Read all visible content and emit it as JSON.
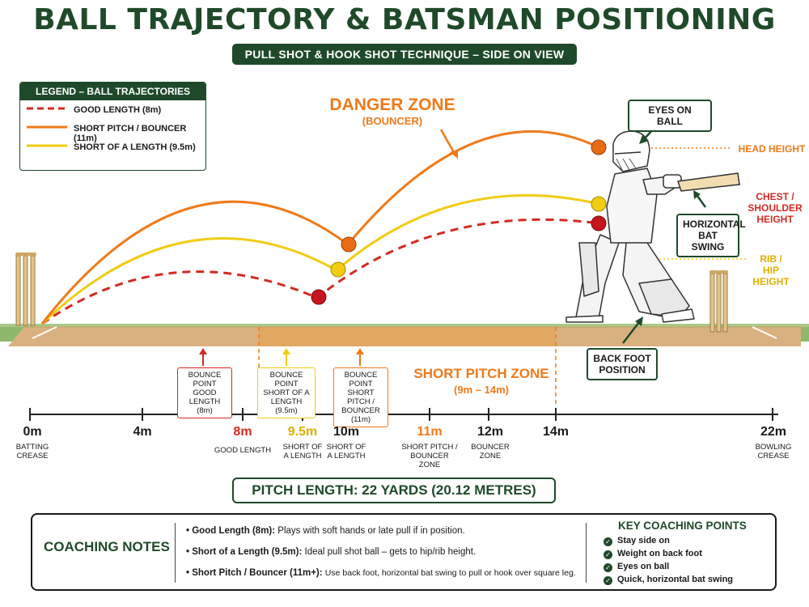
{
  "title": "BALL TRAJECTORY & BATSMAN POSITIONING",
  "subtitle": "PULL SHOT & HOOK SHOT TECHNIQUE – SIDE ON VIEW",
  "legend": {
    "title": "LEGEND – BALL TRAJECTORIES",
    "items": [
      {
        "label": "GOOD LENGTH (8m)",
        "color": "#d32a22",
        "style": "dashed"
      },
      {
        "label": "SHORT PITCH / BOUNCER (11m)",
        "color": "#f07a1a",
        "style": "solid"
      },
      {
        "label": "SHORT OF A LENGTH (9.5m)",
        "color": "#f2cc12",
        "style": "solid"
      }
    ]
  },
  "danger_zone": {
    "title": "DANGER ZONE",
    "subtitle": "(BOUNCER)"
  },
  "bounce_boxes": {
    "good": "BOUNCE POINT GOOD LENGTH (8m)",
    "short_of_length": "BOUNCE POINT SHORT OF A LENGTH (9.5m)",
    "short_pitch": "BOUNCE POINT SHORT PITCH / BOUNCER (11m)"
  },
  "short_pitch_zone": {
    "title": "SHORT PITCH ZONE",
    "range": "(9m – 14m)"
  },
  "heights": {
    "head": "HEAD HEIGHT",
    "chest": "CHEST / SHOULDER HEIGHT",
    "rib": "RIB / HIP HEIGHT"
  },
  "callouts": {
    "eyes": "EYES ON BALL",
    "bat": "HORIZONTAL BAT SWING",
    "foot": "BACK FOOT POSITION"
  },
  "axis": {
    "ticks": [
      {
        "value": "0m",
        "sub": "BATTING CREASE",
        "color": "#1a1a1a"
      },
      {
        "value": "4m",
        "sub": "",
        "color": "#1a1a1a"
      },
      {
        "value": "8m",
        "sub": "GOOD LENGTH",
        "color": "#d32a22"
      },
      {
        "value": "9.5m",
        "sub": "SHORT OF A LENGTH",
        "color": "#e0b000"
      },
      {
        "value": "10m",
        "sub": "SHORT OF A LENGTH",
        "color": "#1a1a1a"
      },
      {
        "value": "11m",
        "sub": "SHORT PITCH / BOUNCER ZONE",
        "color": "#f07a1a"
      },
      {
        "value": "12m",
        "sub": "BOUNCER ZONE",
        "color": "#1a1a1a"
      },
      {
        "value": "14m",
        "sub": "",
        "color": "#1a1a1a"
      },
      {
        "value": "22m",
        "sub": "BOWLING CREASE",
        "color": "#1a1a1a"
      }
    ]
  },
  "pitch_length": "PITCH LENGTH:  22 YARDS (20.12 METRES)",
  "notes": {
    "title": "COACHING NOTES",
    "items": [
      {
        "label": "Good Length (8m):",
        "text": "Plays with soft hands or late pull if in position."
      },
      {
        "label": "Short of a Length (9.5m):",
        "text": "Ideal pull shot ball – gets to hip/rib height."
      },
      {
        "label": "Short Pitch / Bouncer (11m+):",
        "text": "Use back foot, horizontal bat swing to pull or hook over square leg."
      }
    ]
  },
  "key_points": {
    "title": "KEY COACHING POINTS",
    "items": [
      "Stay side on",
      "Weight on back foot",
      "Eyes on ball",
      "Quick, horizontal bat swing"
    ]
  }
}
